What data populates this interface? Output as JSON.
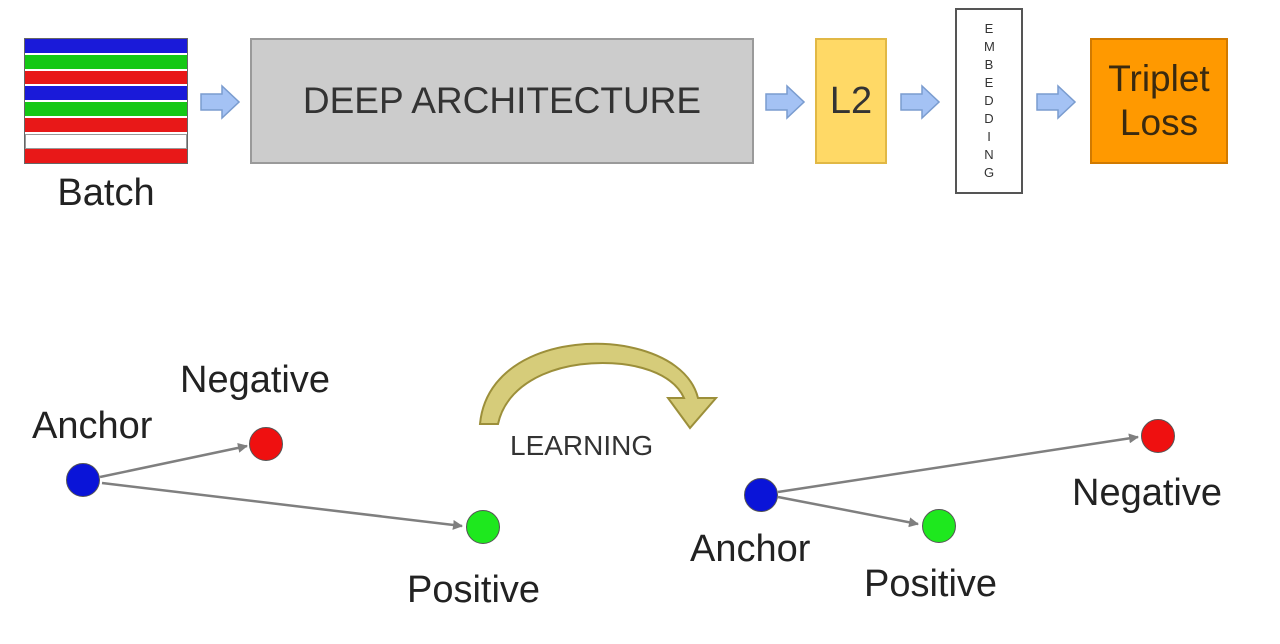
{
  "pipeline": {
    "batch_label": "Batch",
    "batch_stripes": [
      "#1a1ad9",
      "#15c815",
      "#e81818",
      "#1a1ad9",
      "#15c815",
      "#e81818",
      "#ffffff",
      "#e81818"
    ],
    "deep_architecture_label": "DEEP ARCHITECTURE",
    "l2_label": "L2",
    "embedding_label": "EMBEDDING",
    "loss_label": "Triplet Loss",
    "arrow_color": "#a4c2f4"
  },
  "before_learning": {
    "anchor_label": "Anchor",
    "negative_label": "Negative",
    "positive_label": "Positive"
  },
  "learning_label": "LEARNING",
  "after_learning": {
    "anchor_label": "Anchor",
    "negative_label": "Negative",
    "positive_label": "Positive"
  },
  "colors": {
    "anchor": "#0a14d8",
    "negative": "#ef1010",
    "positive": "#1ee81e",
    "edge": "#7f7f7f",
    "learning_arrow": "#d6cc7a"
  }
}
